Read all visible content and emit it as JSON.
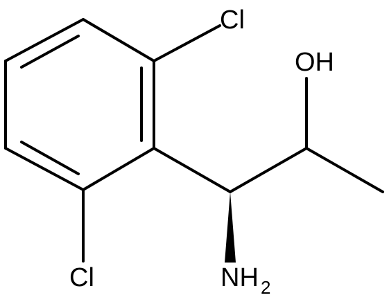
{
  "molecule": {
    "atoms": {
      "cl_top": "Cl",
      "cl_bottom": "Cl",
      "oh": "OH",
      "nh2_main": "NH",
      "nh2_subscript": "2"
    }
  },
  "colors": {
    "bond": "#000000",
    "label": "#000000",
    "background": "#ffffff"
  }
}
